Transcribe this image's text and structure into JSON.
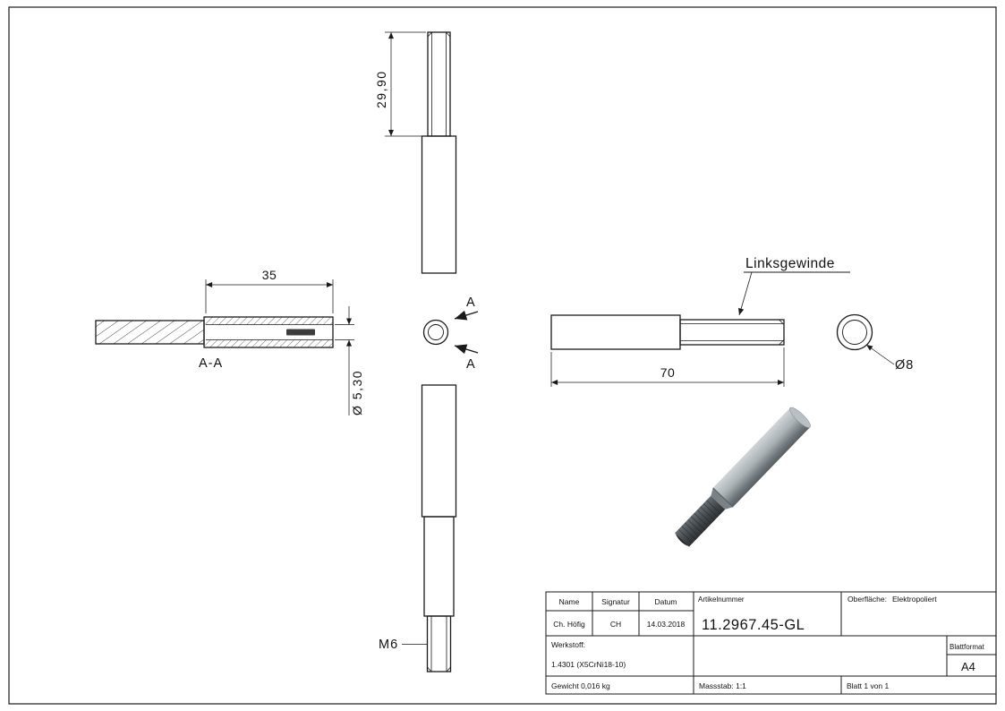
{
  "colors": {
    "line": "#1a1a1a",
    "bg": "#ffffff",
    "render_body_light": "#d2d6d9",
    "render_body_dark": "#565c60",
    "render_thread": "#3f4448"
  },
  "views": {
    "top": {
      "dim_height": "29,90"
    },
    "section": {
      "dim_length": "35",
      "label": "A-A",
      "dim_bore": "Ø 5,30"
    },
    "cut_marks": {
      "top": "A",
      "bottom": "A"
    },
    "side": {
      "note": "Linksgewinde",
      "dim_length": "70"
    },
    "end": {
      "dim_diameter": "Ø8"
    },
    "bottom": {
      "thread": "M6"
    }
  },
  "title_block": {
    "name_label": "Name",
    "signatur_label": "Signatur",
    "datum_label": "Datum",
    "name": "Ch. Höfig",
    "signatur": "CH",
    "datum": "14.03.2018",
    "artikelnummer_label": "Artikelnummer",
    "artikelnummer": "11.2967.45-GL",
    "oberflaeche_label": "Oberfläche:",
    "oberflaeche": "Elektropoliert",
    "werkstoff_label": "Werkstoff:",
    "werkstoff": "1.4301 (X5CrNi18-10)",
    "blattformat_label": "Blattformat",
    "blattformat": "A4",
    "gewicht": "Gewicht 0,016 kg",
    "massstab": "Massstab: 1:1",
    "blatt": "Blatt 1 von 1"
  }
}
